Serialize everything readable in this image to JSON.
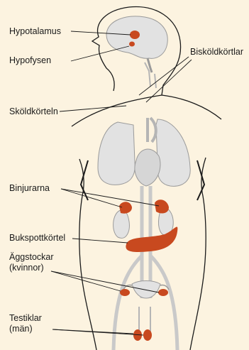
{
  "labels": {
    "hypotalamus": "Hypotalamus",
    "hypofysen": "Hypofysen",
    "biskoldkortlar": "Bisköldkörtlar",
    "skoldkorteln": "Sköldkörteln",
    "binjurarna": "Binjurarna",
    "bukspottkortel": "Bukspottkörtel",
    "aggstockar": "Äggstockar\n(kvinnor)",
    "testiklar": "Testiklar\n(män)"
  },
  "colors": {
    "background": "#fcf3e0",
    "outline": "#1a1a1a",
    "organ_fill": "#e2e2e2",
    "organ_stroke": "#9a9a9a",
    "gland": "#c8491f"
  }
}
